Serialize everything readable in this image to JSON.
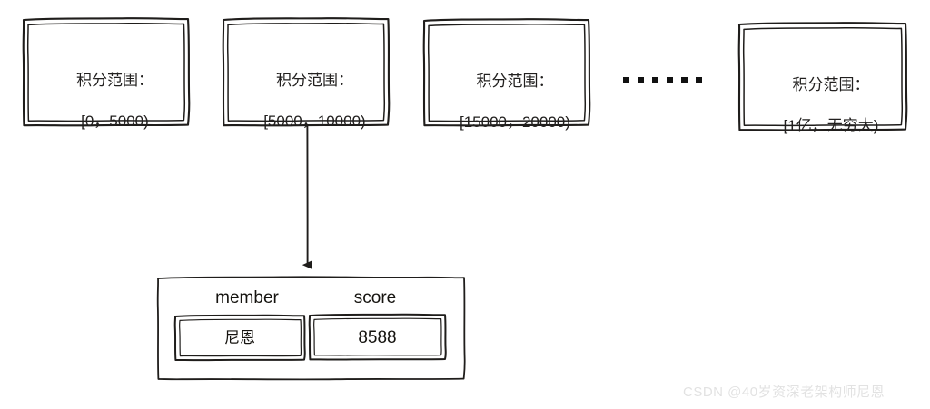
{
  "diagram": {
    "title_hidden": "",
    "range_boxes": [
      {
        "line1": "积分范围：",
        "line2": "[0，5000)"
      },
      {
        "line1": "积分范围：",
        "line2": "[5000，10000)"
      },
      {
        "line1": "积分范围：",
        "line2": "[15000，20000)"
      },
      {
        "line1": "积分范围：",
        "line2": "[1亿，无穷大)"
      }
    ],
    "ellipsis_dots": 6,
    "arrow": {
      "from_box_index": 1,
      "to": "score-table"
    },
    "table": {
      "headers": [
        "member",
        "score"
      ],
      "rows": [
        {
          "member": "尼恩",
          "score": "8588"
        }
      ]
    }
  },
  "watermark": {
    "text": "CSDN @40岁资深老架构师尼恩",
    "color": "#e2e2e2"
  },
  "colors": {
    "stroke": "#1f1d1b",
    "background": "#ffffff",
    "text": "#22201f"
  }
}
